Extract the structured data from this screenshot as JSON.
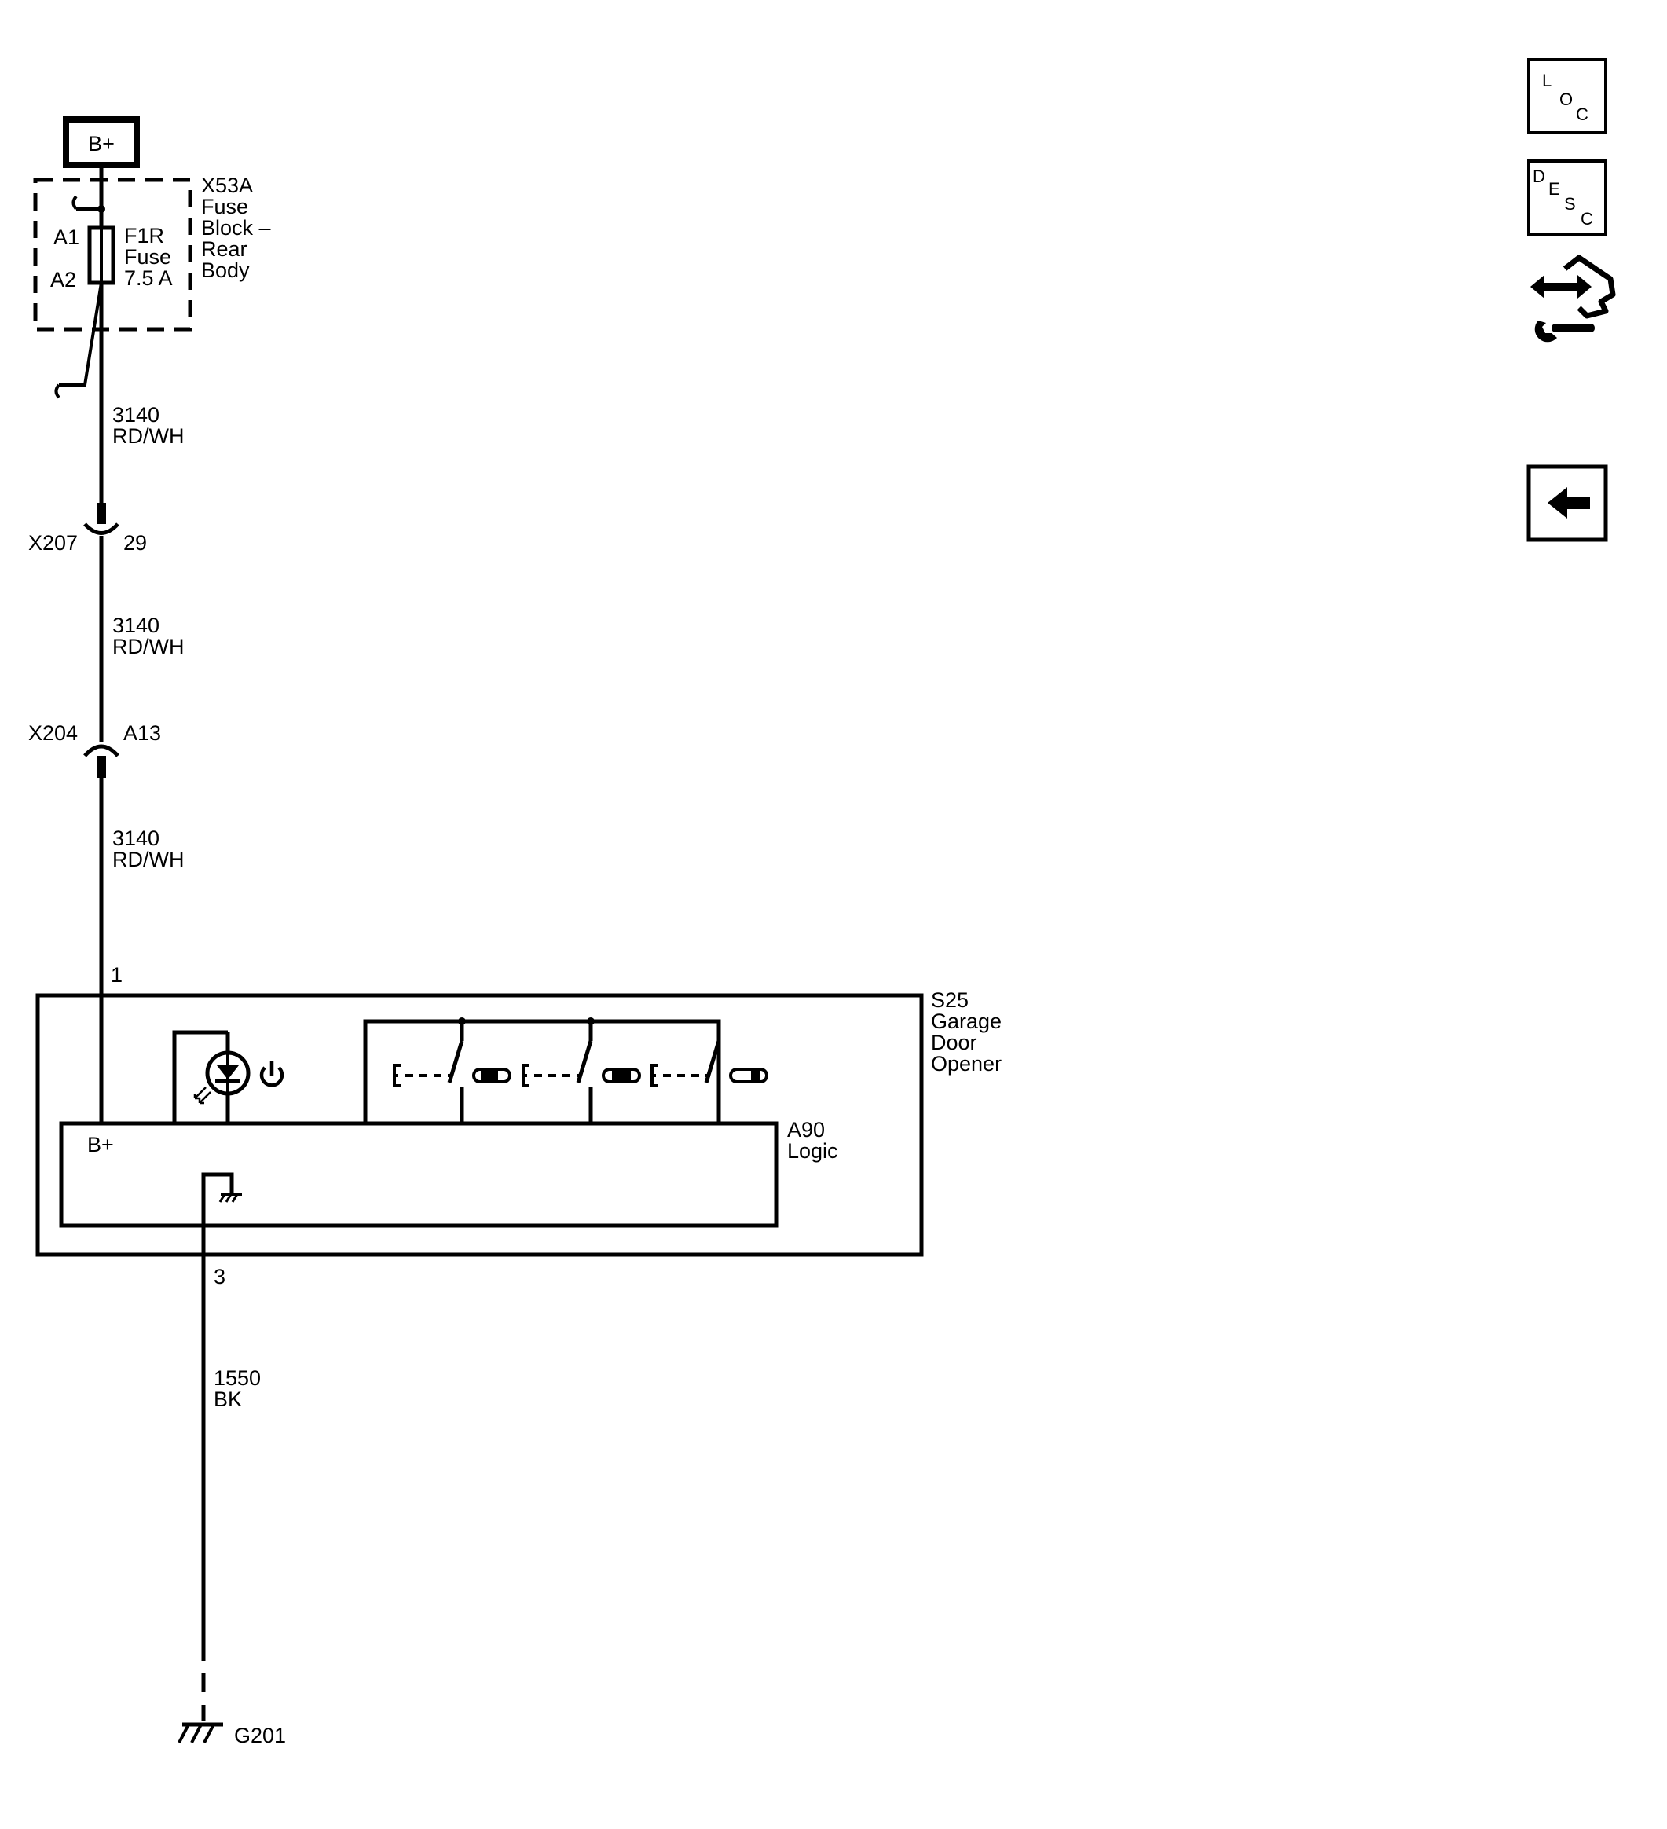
{
  "power_source": {
    "label": "B+"
  },
  "fuse_block": {
    "name": [
      "X53A",
      "Fuse",
      "Block –",
      "Rear",
      "Body"
    ],
    "pin_in": "A1",
    "pin_out": "A2",
    "fuse": [
      "F1R",
      "Fuse",
      "7.5 A"
    ]
  },
  "wire_segments": [
    {
      "circuit": "3140",
      "color": "RD/WH"
    },
    {
      "circuit": "3140",
      "color": "RD/WH"
    },
    {
      "circuit": "3140",
      "color": "RD/WH"
    }
  ],
  "connectors": [
    {
      "name": "X207",
      "pin": "29"
    },
    {
      "name": "X204",
      "pin": "A13"
    }
  ],
  "device": {
    "pin_power": "1",
    "name": [
      "S25",
      "Garage",
      "Door",
      "Opener"
    ],
    "logic": {
      "name": [
        "A90",
        "Logic"
      ],
      "supply_label": "B+"
    },
    "pin_ground": "3"
  },
  "ground_wire": {
    "circuit": "1550",
    "color": "BK"
  },
  "ground": {
    "name": "G201"
  },
  "nav_buttons": [
    {
      "id": "loc",
      "letters": [
        "L",
        "O",
        "C"
      ],
      "icon": "location-icon"
    },
    {
      "id": "desc",
      "letters": [
        "D",
        "E",
        "S",
        "C"
      ],
      "icon": "description-icon"
    },
    {
      "id": "connector",
      "icon": "connector-hand-wrench-icon"
    },
    {
      "id": "back",
      "icon": "back-arrow-icon"
    }
  ]
}
